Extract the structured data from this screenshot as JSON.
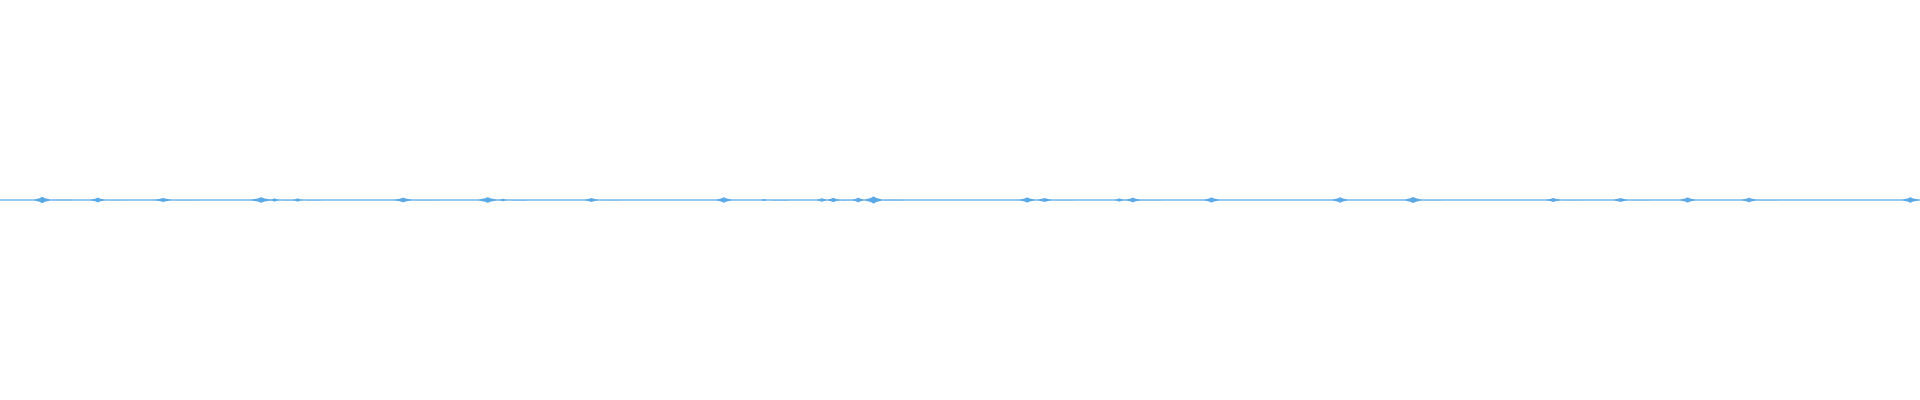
{
  "waveform": {
    "color": "#5aa9e6",
    "background": "#ffffff",
    "center_line_level": 0.0,
    "peaks": [
      {
        "position": 0.022,
        "amplitude": 0.016,
        "spread": 0.0025
      },
      {
        "position": 0.051,
        "amplitude": 0.012,
        "spread": 0.0025
      },
      {
        "position": 0.085,
        "amplitude": 0.01,
        "spread": 0.003
      },
      {
        "position": 0.136,
        "amplitude": 0.014,
        "spread": 0.003
      },
      {
        "position": 0.143,
        "amplitude": 0.008,
        "spread": 0.002
      },
      {
        "position": 0.155,
        "amplitude": 0.008,
        "spread": 0.002
      },
      {
        "position": 0.21,
        "amplitude": 0.012,
        "spread": 0.003
      },
      {
        "position": 0.254,
        "amplitude": 0.014,
        "spread": 0.003
      },
      {
        "position": 0.262,
        "amplitude": 0.006,
        "spread": 0.002
      },
      {
        "position": 0.308,
        "amplitude": 0.01,
        "spread": 0.0025
      },
      {
        "position": 0.377,
        "amplitude": 0.014,
        "spread": 0.0025
      },
      {
        "position": 0.398,
        "amplitude": 0.005,
        "spread": 0.002
      },
      {
        "position": 0.428,
        "amplitude": 0.009,
        "spread": 0.002
      },
      {
        "position": 0.434,
        "amplitude": 0.011,
        "spread": 0.002
      },
      {
        "position": 0.447,
        "amplitude": 0.012,
        "spread": 0.002
      },
      {
        "position": 0.455,
        "amplitude": 0.018,
        "spread": 0.0025
      },
      {
        "position": 0.535,
        "amplitude": 0.013,
        "spread": 0.0025
      },
      {
        "position": 0.544,
        "amplitude": 0.01,
        "spread": 0.0025
      },
      {
        "position": 0.583,
        "amplitude": 0.008,
        "spread": 0.002
      },
      {
        "position": 0.59,
        "amplitude": 0.012,
        "spread": 0.0025
      },
      {
        "position": 0.631,
        "amplitude": 0.013,
        "spread": 0.0025
      },
      {
        "position": 0.698,
        "amplitude": 0.014,
        "spread": 0.0025
      },
      {
        "position": 0.736,
        "amplitude": 0.015,
        "spread": 0.0025
      },
      {
        "position": 0.809,
        "amplitude": 0.01,
        "spread": 0.0025
      },
      {
        "position": 0.844,
        "amplitude": 0.01,
        "spread": 0.0025
      },
      {
        "position": 0.879,
        "amplitude": 0.013,
        "spread": 0.0025
      },
      {
        "position": 0.911,
        "amplitude": 0.011,
        "spread": 0.0025
      },
      {
        "position": 0.995,
        "amplitude": 0.014,
        "spread": 0.0025
      }
    ]
  }
}
